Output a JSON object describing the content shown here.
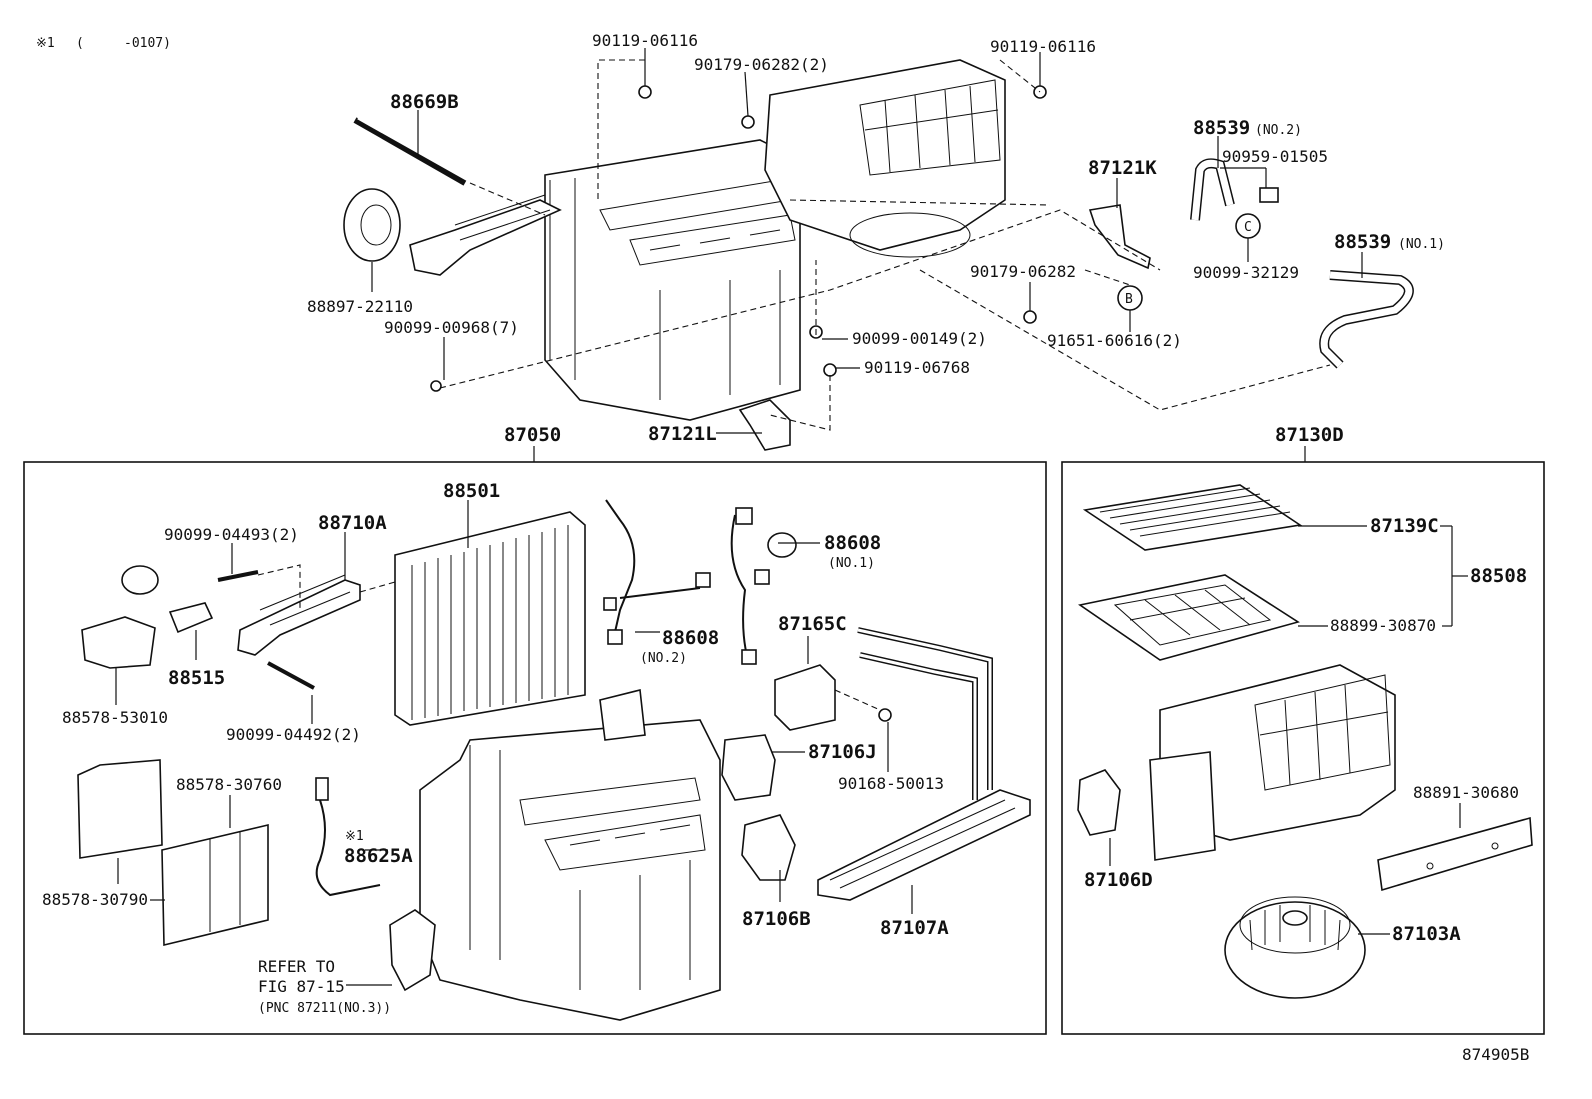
{
  "note": {
    "mark": "※1",
    "range_open": "(",
    "range_end": "-0107)"
  },
  "diagram_code": "874905B",
  "groups": {
    "heater_unit": "87050",
    "blower_unit": "87130D"
  },
  "top": {
    "p_90119_06116_a": "90119-06116",
    "p_90179_06282_2": "90179-06282(2)",
    "p_90119_06116_b": "90119-06116",
    "p_88669B": "88669B",
    "p_88539": "88539",
    "p_88539_no2": "(NO.2)",
    "p_90959_01505": "90959-01505",
    "p_87121K": "87121K",
    "p_88539_b": "88539",
    "p_88539_no1": "(NO.1)",
    "p_90099_32129": "90099-32129",
    "p_90179_06282": "90179-06282",
    "p_88897_22110": "88897-22110",
    "p_90099_00968": "90099-00968(7)",
    "p_90099_00149": "90099-00149(2)",
    "p_91651_60616": "91651-60616(2)",
    "p_90119_06768": "90119-06768",
    "p_87121L": "87121L",
    "marker_b": "B",
    "marker_c": "C"
  },
  "left": {
    "p_88501": "88501",
    "p_90099_04493": "90099-04493(2)",
    "p_88710A": "88710A",
    "p_88608_a": "88608",
    "p_no1": "(NO.1)",
    "p_88608_b": "88608",
    "p_no2": "(NO.2)",
    "p_87165C": "87165C",
    "p_88515": "88515",
    "p_88578_53010": "88578-53010",
    "p_90099_04492": "90099-04492(2)",
    "p_87106J": "87106J",
    "p_90168_50013": "90168-50013",
    "p_88578_30760": "88578-30760",
    "p_note1": "※1",
    "p_88625A": "88625A",
    "p_87106B": "87106B",
    "p_87107A": "87107A",
    "p_88578_30790": "88578-30790",
    "refer_1": "REFER TO",
    "refer_2": "FIG 87-15",
    "refer_3": "(PNC 87211(NO.3))"
  },
  "right": {
    "p_87139C": "87139C",
    "p_88508": "88508",
    "p_88899_30870": "88899-30870",
    "p_88891_30680": "88891-30680",
    "p_87106D": "87106D",
    "p_87103A": "87103A"
  }
}
